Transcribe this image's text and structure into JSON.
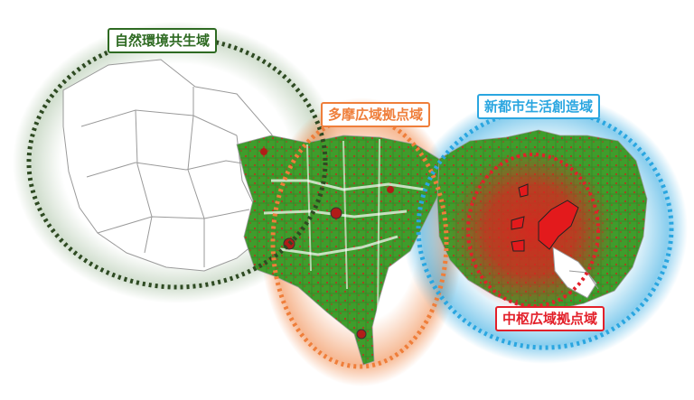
{
  "zones": {
    "nature": {
      "label": "自然環境共生域",
      "color": "#2e6a22"
    },
    "tama": {
      "label": "多摩広域拠点域",
      "color": "#ef7e3a"
    },
    "new_city": {
      "label": "新都市生活創造域",
      "color": "#2aa6e0"
    },
    "center": {
      "label": "中枢広域拠点域",
      "color": "#e3202a"
    }
  },
  "colors": {
    "land_green": "#3f9d2c",
    "dense_red": "#d9241f",
    "boundary": "#9a9a9a"
  }
}
